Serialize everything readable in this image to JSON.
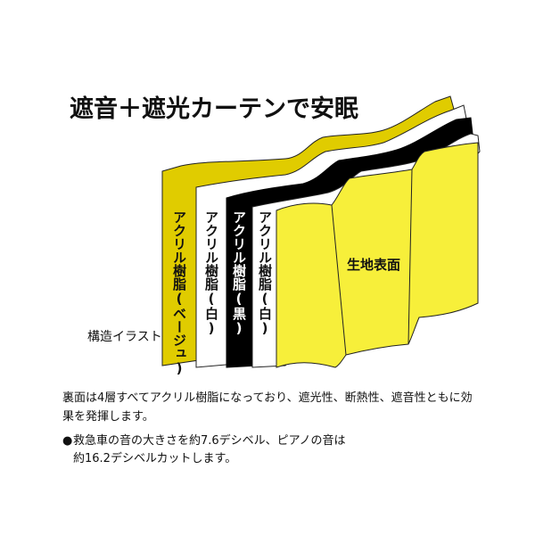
{
  "title": "遮音＋遮光カーテンで安眠",
  "layers": [
    {
      "label": "アクリル樹脂(ベージュ)",
      "color": "#e0cc00"
    },
    {
      "label": "アクリル樹脂(白)",
      "color": "#ffffff"
    },
    {
      "label": "アクリル樹脂(黒)",
      "color": "#000000"
    },
    {
      "label": "アクリル樹脂(白)",
      "color": "#ffffff"
    }
  ],
  "surface_label": "生地表面",
  "surface_color": "#f7ef3a",
  "diagram_caption": "構造イラスト",
  "description": "裏面は4層すべてアクリル樹脂になっており、遮光性、断熱性、遮音性ともに効果を発揮します。",
  "bullet": {
    "mark": "●",
    "line1": "救急車の音の大きさを約7.6デシベル、ピアノの音は",
    "line2": "約16.2デシベルカットします。"
  }
}
